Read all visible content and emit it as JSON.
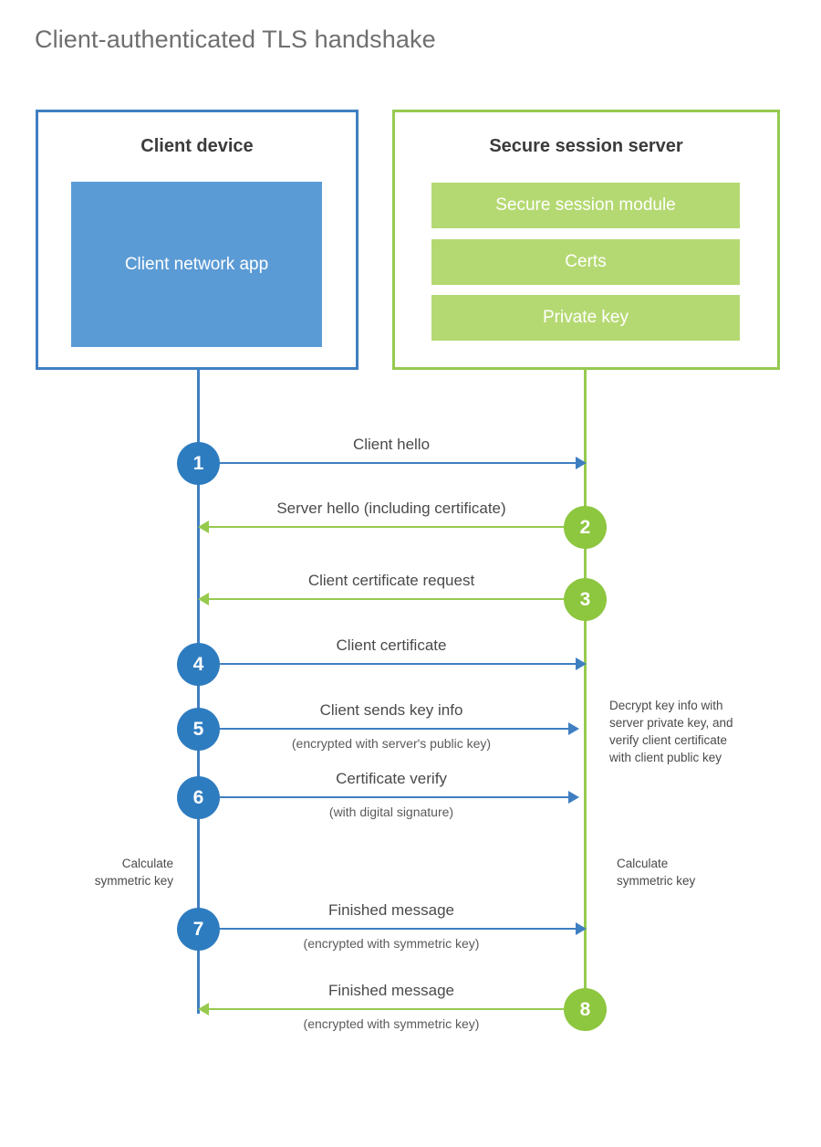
{
  "title": "Client-authenticated TLS handshake",
  "colors": {
    "client_border": "#3f7fc1",
    "client_fill": "#5b9bd5",
    "client_circle": "#2e7cc0",
    "server_border": "#96ca4f",
    "server_fill": "#b5d972",
    "server_circle": "#8dc63f",
    "text": "#4a4a4a",
    "title_text": "#6f6f6f",
    "heading_text": "#3b3b3b"
  },
  "parties": {
    "client": {
      "title": "Client device",
      "blocks": [
        {
          "label": "Client network\napp"
        }
      ]
    },
    "server": {
      "title": "Secure session server",
      "blocks": [
        {
          "label": "Secure session module"
        },
        {
          "label": "Certs"
        },
        {
          "label": "Private key"
        }
      ]
    }
  },
  "messages": [
    {
      "number": "1",
      "label": "Client hello",
      "sublabel": "",
      "direction": "client-to-server"
    },
    {
      "number": "2",
      "label": "Server hello (including certificate)",
      "sublabel": "",
      "direction": "server-to-client"
    },
    {
      "number": "3",
      "label": "Client certificate request",
      "sublabel": "",
      "direction": "server-to-client"
    },
    {
      "number": "4",
      "label": "Client certificate",
      "sublabel": "",
      "direction": "client-to-server"
    },
    {
      "number": "5",
      "label": "Client sends key info",
      "sublabel": "(encrypted with server's public key)",
      "direction": "client-to-server"
    },
    {
      "number": "6",
      "label": "Certificate verify",
      "sublabel": "(with digital signature)",
      "direction": "client-to-server"
    },
    {
      "number": "7",
      "label": "Finished message",
      "sublabel": "(encrypted with symmetric key)",
      "direction": "client-to-server"
    },
    {
      "number": "8",
      "label": "Finished message",
      "sublabel": "(encrypted with symmetric key)",
      "direction": "server-to-client"
    }
  ],
  "annotations": {
    "server_decrypt": "Decrypt key info with\nserver private key, and\nverify client certificate\nwith client public key",
    "client_calculate": "Calculate\nsymmetric key",
    "server_calculate": "Calculate\nsymmetric key"
  }
}
